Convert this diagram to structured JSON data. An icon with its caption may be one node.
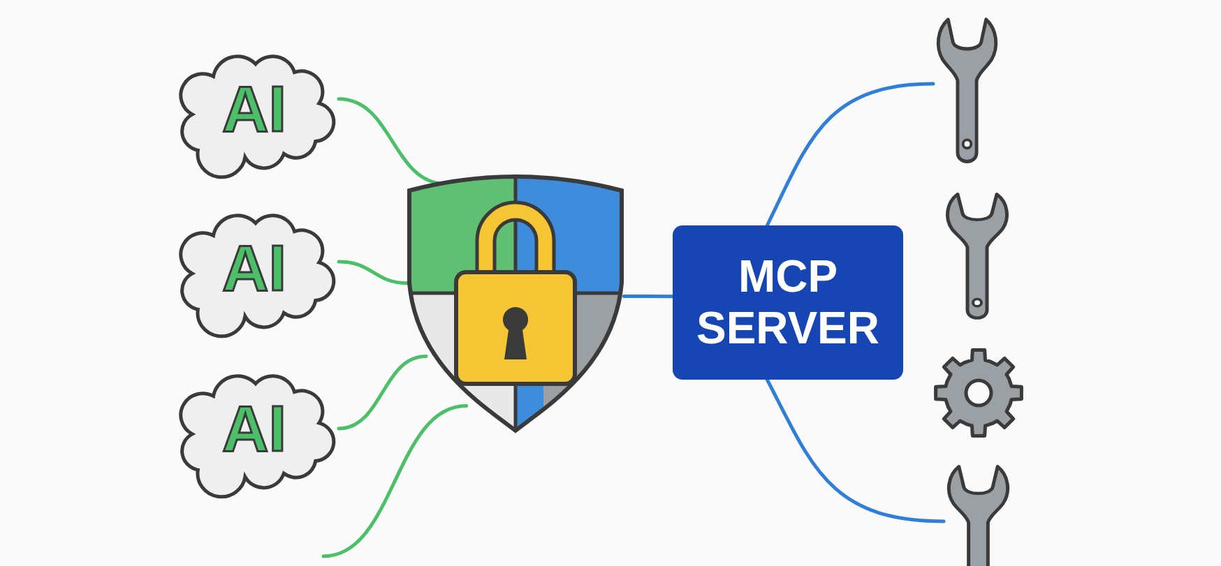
{
  "diagram": {
    "nodes": [
      {
        "text": [
          "AI"
        ]
      },
      {
        "text": [
          "AI"
        ]
      },
      {
        "text": [
          "AI"
        ]
      },
      {
        "text": [],
        "shape": "picture"
      },
      {
        "text": [
          "MCP SERVER"
        ]
      },
      {
        "text": [],
        "shape": "picture"
      },
      {
        "text": [],
        "shape": "picture"
      },
      {
        "text": [],
        "shape": "picture"
      },
      {
        "text": [],
        "shape": "picture"
      }
    ],
    "edges": [
      {
        "from": 0,
        "to": 3,
        "arrow": "none"
      },
      {
        "from": 1,
        "to": 3,
        "arrow": "none"
      },
      {
        "from": 2,
        "to": 3,
        "arrow": "none"
      },
      {
        "from": null,
        "to": 3,
        "arrow": "none"
      },
      {
        "from": 3,
        "to": 4,
        "arrow": "none",
        "color": "#2f7fd8"
      },
      {
        "from": 4,
        "to": 5,
        "arrow": "none",
        "color": "#2f7fd8"
      },
      {
        "from": 4,
        "to": 8,
        "arrow": "none",
        "color": "#2f7fd8"
      }
    ]
  }
}
